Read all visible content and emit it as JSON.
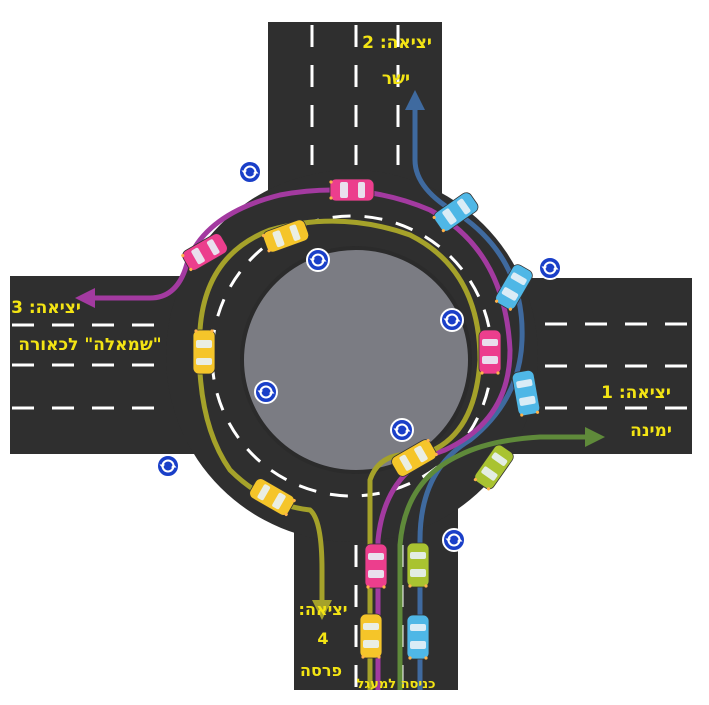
{
  "colors": {
    "road": "#2f2f2f",
    "island": "#7b7c83",
    "island_border": "#2b2b2b",
    "marking": "#ffffff",
    "label": "#f3e414",
    "sign": "#1a3fc8",
    "path_blue": "#3f6a9f",
    "path_green": "#5f8a3a",
    "path_magenta": "#a33aa0",
    "path_olive": "#a5a22a",
    "car_blue": "#4fb7e6",
    "car_pink": "#ec3e8d",
    "car_yellow": "#f5c52a",
    "car_green": "#a9c331"
  },
  "icons": {
    "roundabout_sign": "roundabout-sign-icon"
  },
  "labels": {
    "exit2_title": "יציאה: 2",
    "exit2_desc": "ישר",
    "exit3_title": "יציאה: 3",
    "exit3_desc": "\"שמאלה\" לכאורה",
    "exit1_title": "יציאה: 1",
    "exit1_desc": "ימינה",
    "exit4_title": "יציאה:",
    "exit4_num": "4",
    "exit4_desc": "פרסה",
    "entry_label": "כניסה למעגל"
  }
}
